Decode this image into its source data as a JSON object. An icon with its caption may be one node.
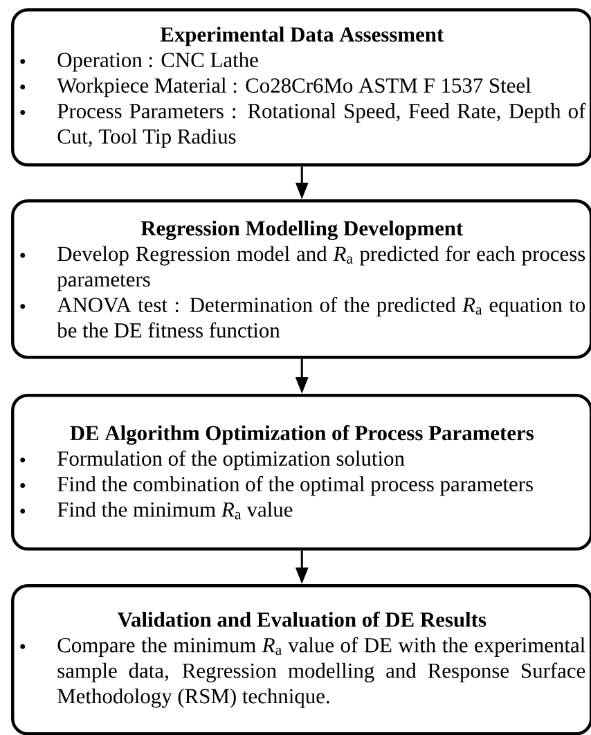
{
  "diagram": {
    "nodes": [
      {
        "text": [
          "Experimental Data Assessment",
          "Operation : CNC Lathe",
          "Workpiece Material : Co28Cr6Mo ASTM F 1537 Steel",
          "Process Parameters : Rotational Speed, Feed Rate, Depth of Cut, Tool Tip Radius"
        ]
      },
      {
        "text": [
          "Regression Modelling Development",
          "Develop Regression model and *R*$_{a}$ predicted for each process parameters",
          "ANOVA test : Determination of the predicted *R*$_{a}$ equation to be the DE fitness function"
        ]
      },
      {
        "text": [
          "DE Algorithm Optimization of Process Parameters",
          "Formulation of the optimization solution",
          "Find the combination of the optimal process parameters",
          "Find the minimum *R*$_{a}$ value"
        ]
      },
      {
        "text": [
          "Validation and Evaluation of DE Results",
          "Compare the minimum *R*$_{a}$ value of DE with the experimental sample data, Regression modelling and Response Surface Methodology (RSM) technique."
        ]
      }
    ],
    "edges": [
      {
        "from": 0,
        "to": 1,
        "arrow": "to"
      },
      {
        "from": 1,
        "to": 2,
        "arrow": "to"
      },
      {
        "from": 2,
        "to": 3,
        "arrow": "to"
      }
    ]
  }
}
